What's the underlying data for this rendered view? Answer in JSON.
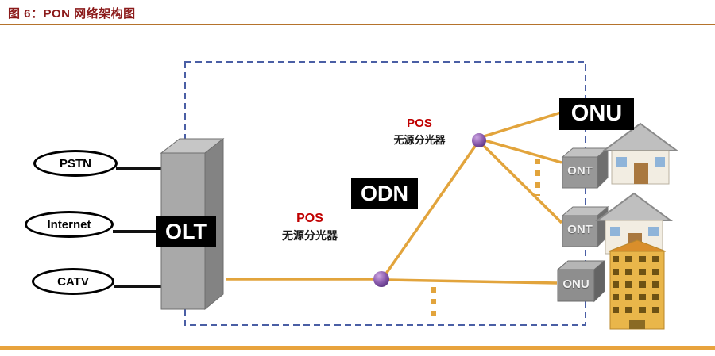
{
  "figure": {
    "title": "图 6：PON 网络架构图"
  },
  "diagram": {
    "access_nodes": [
      {
        "label": "PSTN"
      },
      {
        "label": "Internet"
      },
      {
        "label": "CATV"
      }
    ],
    "olt": {
      "label": "OLT"
    },
    "odn": {
      "label": "ODN"
    },
    "pos_lower": {
      "name": "POS",
      "description": "无源分光器"
    },
    "pos_upper": {
      "name": "POS",
      "description": "无源分光器"
    },
    "terminals": {
      "onu_top": "ONU",
      "ont_1": "ONT",
      "ont_2": "ONT",
      "onu_bottom": "ONU"
    },
    "colors": {
      "fiber_orange": "#E2A43C",
      "boundary_blue": "#4A5FA5",
      "splitter_purple": "#7B4F9E",
      "title_red": "#8B1A1A",
      "pos_red": "#C00000"
    }
  }
}
